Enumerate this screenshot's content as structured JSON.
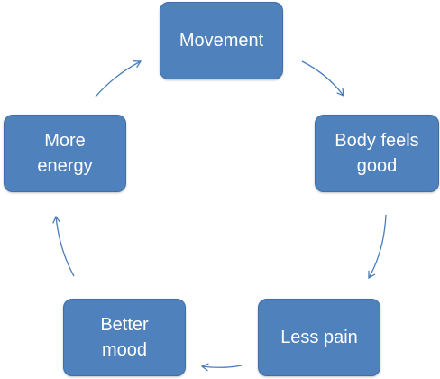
{
  "diagram": {
    "type": "cycle",
    "colors": {
      "node_fill": "#4F81BD",
      "node_text": "#FFFFFF",
      "arrow": "#4A7EBB"
    },
    "nodes": [
      {
        "id": "movement",
        "label": "Movement"
      },
      {
        "id": "body",
        "label": "Body feels\ngood"
      },
      {
        "id": "pain",
        "label": "Less pain"
      },
      {
        "id": "mood",
        "label": "Better\nmood"
      },
      {
        "id": "energy",
        "label": "More\nenergy"
      }
    ],
    "edges": [
      {
        "from": "movement",
        "to": "body"
      },
      {
        "from": "body",
        "to": "pain"
      },
      {
        "from": "pain",
        "to": "mood"
      },
      {
        "from": "mood",
        "to": "energy"
      },
      {
        "from": "energy",
        "to": "movement"
      }
    ]
  }
}
